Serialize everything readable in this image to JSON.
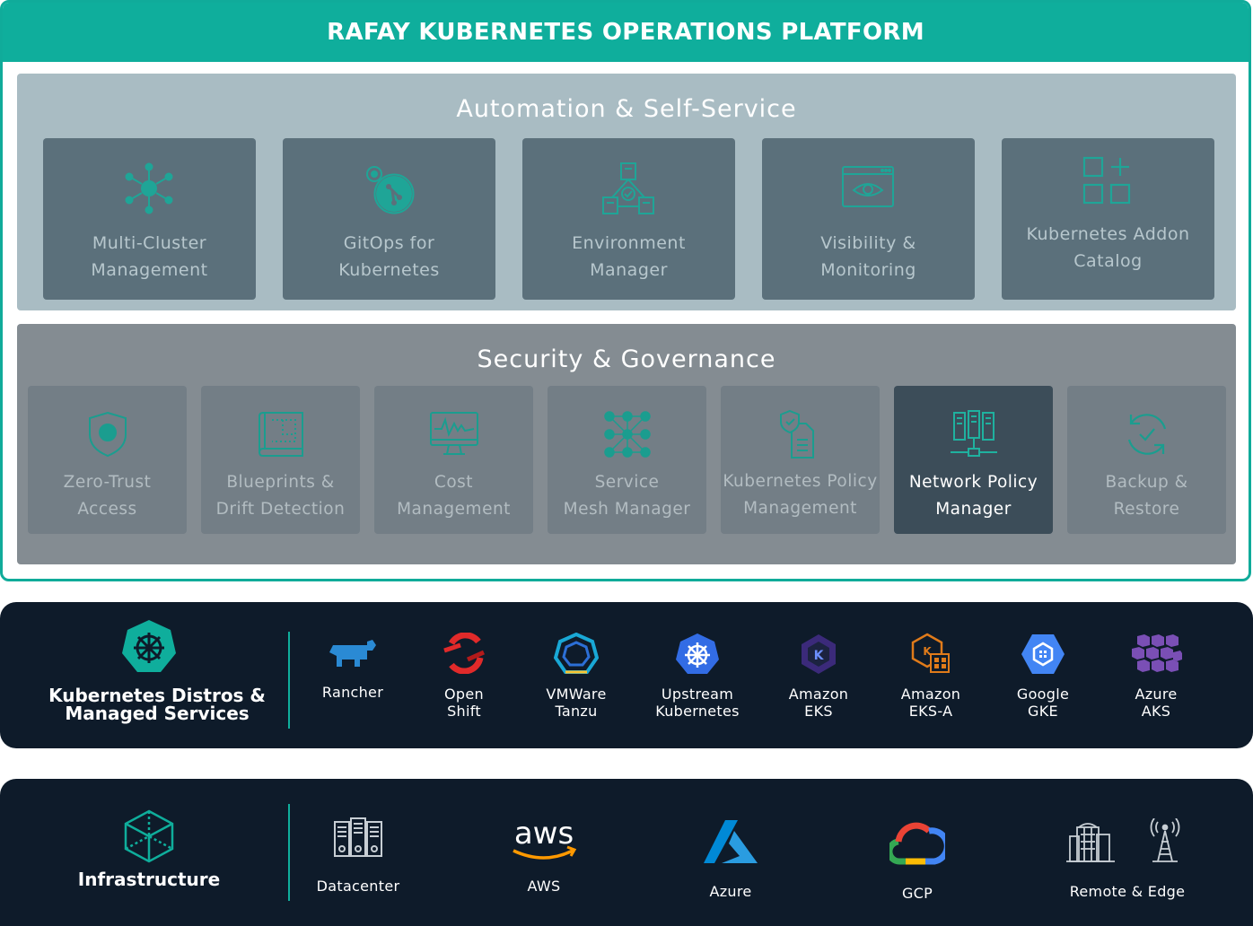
{
  "platform": {
    "title": "RAFAY KUBERNETES OPERATIONS PLATFORM",
    "colors": {
      "accent": "#0fae9c",
      "dark": "#0e1b2a"
    }
  },
  "automation": {
    "title": "Automation & Self-Service",
    "cards": [
      {
        "label": "Multi-Cluster\nManagement",
        "icon": "network-icon"
      },
      {
        "label": "GitOps for\nKubernetes",
        "icon": "gitops-icon"
      },
      {
        "label": "Environment\nManager",
        "icon": "environment-icon"
      },
      {
        "label": "Visibility &\nMonitoring",
        "icon": "eye-window-icon"
      },
      {
        "label": "Kubernetes Addon\nCatalog",
        "icon": "catalog-grid-icon"
      }
    ]
  },
  "security": {
    "title": "Security & Governance",
    "cards": [
      {
        "label": "Zero-Trust\nAccess",
        "icon": "shield-icon"
      },
      {
        "label": "Blueprints &\nDrift Detection",
        "icon": "blueprint-icon"
      },
      {
        "label": "Cost\nManagement",
        "icon": "monitor-chart-icon"
      },
      {
        "label": "Service\nMesh Manager",
        "icon": "mesh-icon"
      },
      {
        "label": "Kubernetes Policy\nManagement",
        "icon": "policy-doc-icon"
      },
      {
        "label": "Network Policy\nManager",
        "icon": "network-servers-icon",
        "active": true
      },
      {
        "label": "Backup &\nRestore",
        "icon": "backup-icon"
      }
    ]
  },
  "distros": {
    "title": "Kubernetes Distros &\nManaged Services",
    "items": [
      {
        "label": "Rancher",
        "icon": "rancher-icon"
      },
      {
        "label": "Open\nShift",
        "icon": "openshift-icon"
      },
      {
        "label": "VMWare\nTanzu",
        "icon": "tanzu-icon"
      },
      {
        "label": "Upstream\nKubernetes",
        "icon": "kubernetes-icon"
      },
      {
        "label": "Amazon\nEKS",
        "icon": "eks-icon"
      },
      {
        "label": "Amazon\nEKS-A",
        "icon": "eks-a-icon"
      },
      {
        "label": "Google\nGKE",
        "icon": "gke-icon"
      },
      {
        "label": "Azure\nAKS",
        "icon": "aks-icon"
      }
    ]
  },
  "infrastructure": {
    "title": "Infrastructure",
    "items": [
      {
        "label": "Datacenter",
        "icon": "datacenter-icon"
      },
      {
        "label": "AWS",
        "icon": "aws-icon"
      },
      {
        "label": "Azure",
        "icon": "azure-icon"
      },
      {
        "label": "GCP",
        "icon": "gcp-icon"
      },
      {
        "label": "Remote & Edge",
        "icon": "edge-icon"
      }
    ]
  }
}
